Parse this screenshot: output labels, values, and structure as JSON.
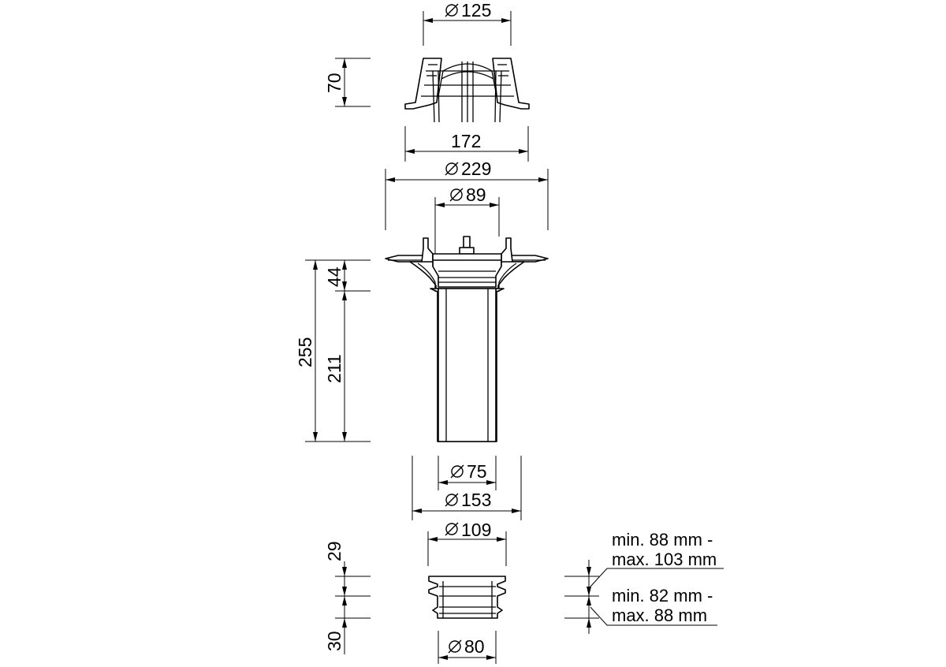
{
  "dimensions": {
    "grate_diameter": "125",
    "grate_height": "70",
    "grate_base_width": "172",
    "flange_diameter": "229",
    "body_inner_diameter": "89",
    "total_height": "255",
    "flange_height": "44",
    "pipe_height": "211",
    "outlet_diameter": "75",
    "outlet_flange_diameter": "153",
    "adapter_top_diameter": "109",
    "adapter_height_top": "29",
    "adapter_height_bottom": "30",
    "adapter_bottom_diameter": "80"
  },
  "notes": {
    "insertion_range_1_line1": "min. 88 mm -",
    "insertion_range_1_line2": "max. 103 mm",
    "insertion_range_2_line1": "min. 82 mm -",
    "insertion_range_2_line2": "max. 88 mm"
  }
}
